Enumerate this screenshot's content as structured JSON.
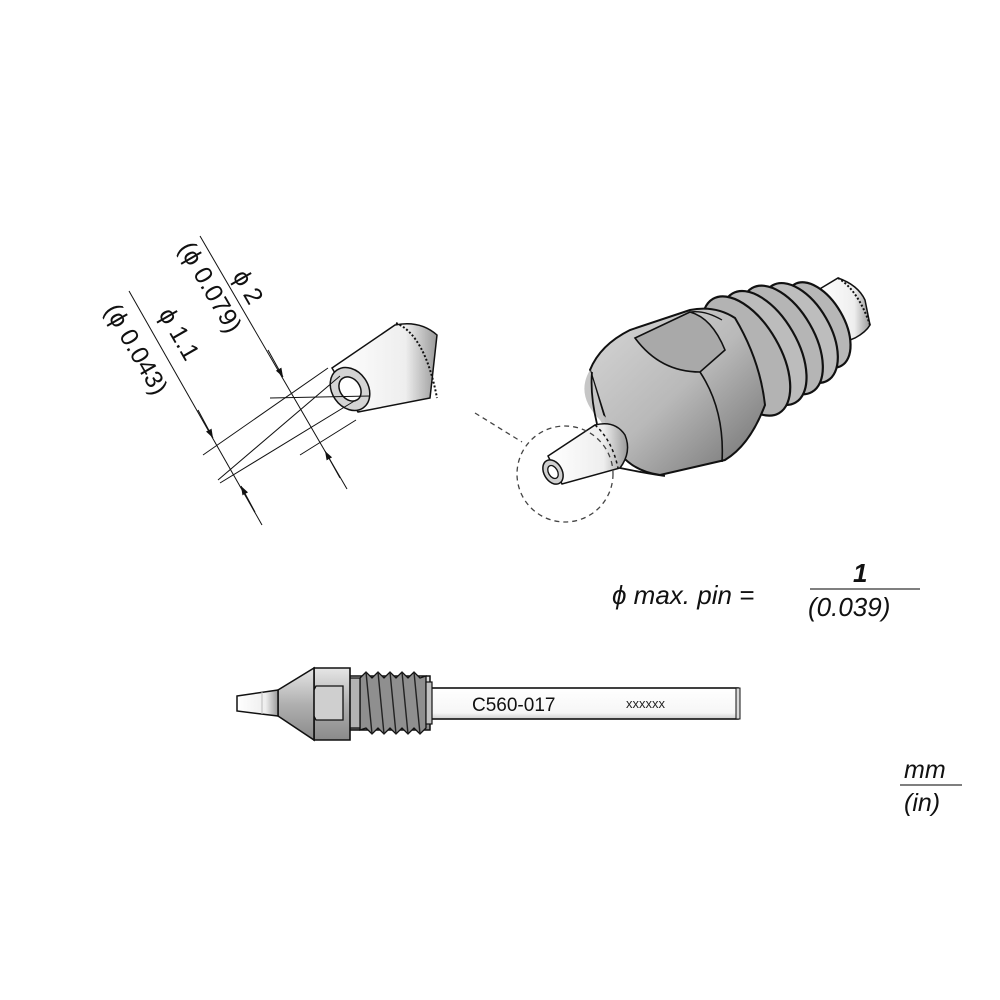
{
  "drawing": {
    "part_number": "C560-017",
    "serial_placeholder": "xxxxxx",
    "dimensions": {
      "outer_diameter": {
        "symbol": "ϕ",
        "mm": "2",
        "in": "(ϕ 0.079)",
        "label_mm": "ϕ 2"
      },
      "inner_diameter": {
        "symbol": "ϕ",
        "mm": "1.1",
        "in": "(ϕ 0.043)",
        "label_mm": "ϕ 1.1"
      }
    },
    "max_pin": {
      "prefix": "ϕ max. pin =",
      "numerator": "1",
      "denominator": "(0.039)"
    },
    "units": {
      "numerator": "mm",
      "denominator": "(in)"
    },
    "colors": {
      "line": "#111111",
      "body_gray": "#9a9a9a",
      "light_gray": "#d8d8d8",
      "highlight": "#f2f2f2",
      "background": "#ffffff"
    }
  }
}
